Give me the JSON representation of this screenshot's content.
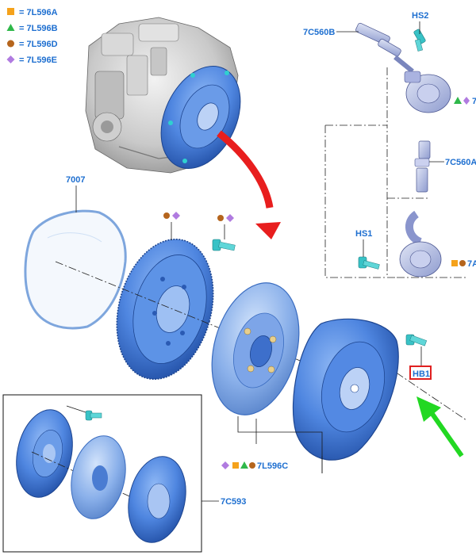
{
  "legend": [
    {
      "symbol": "square",
      "color": "#f5a21b",
      "text": "= 7L596A"
    },
    {
      "symbol": "triangle",
      "color": "#2fb84a",
      "text": "= 7L596B"
    },
    {
      "symbol": "circle",
      "color": "#b5651d",
      "text": "= 7L596D"
    },
    {
      "symbol": "diamond",
      "color": "#b07be0",
      "text": "= 7L596E"
    }
  ],
  "labels": {
    "slave_cylinder_b": "7C560B",
    "bolt_hs2": "HS2",
    "slave_cylinder_a": "7C560A",
    "bolt_hs1": "HS1",
    "gasket_plate": "7007",
    "bolt_hb1": "HB1",
    "clutch_kit": "7L596C",
    "kit_box": "7C593",
    "edge_a_upper": "7",
    "edge_a_lower": "7A"
  },
  "colors": {
    "part_blue": "#4f86e0",
    "label_blue": "#1e6fd0",
    "highlight_red": "#e02020",
    "arrow_red": "#e81e1e",
    "arrow_green": "#22d822"
  }
}
